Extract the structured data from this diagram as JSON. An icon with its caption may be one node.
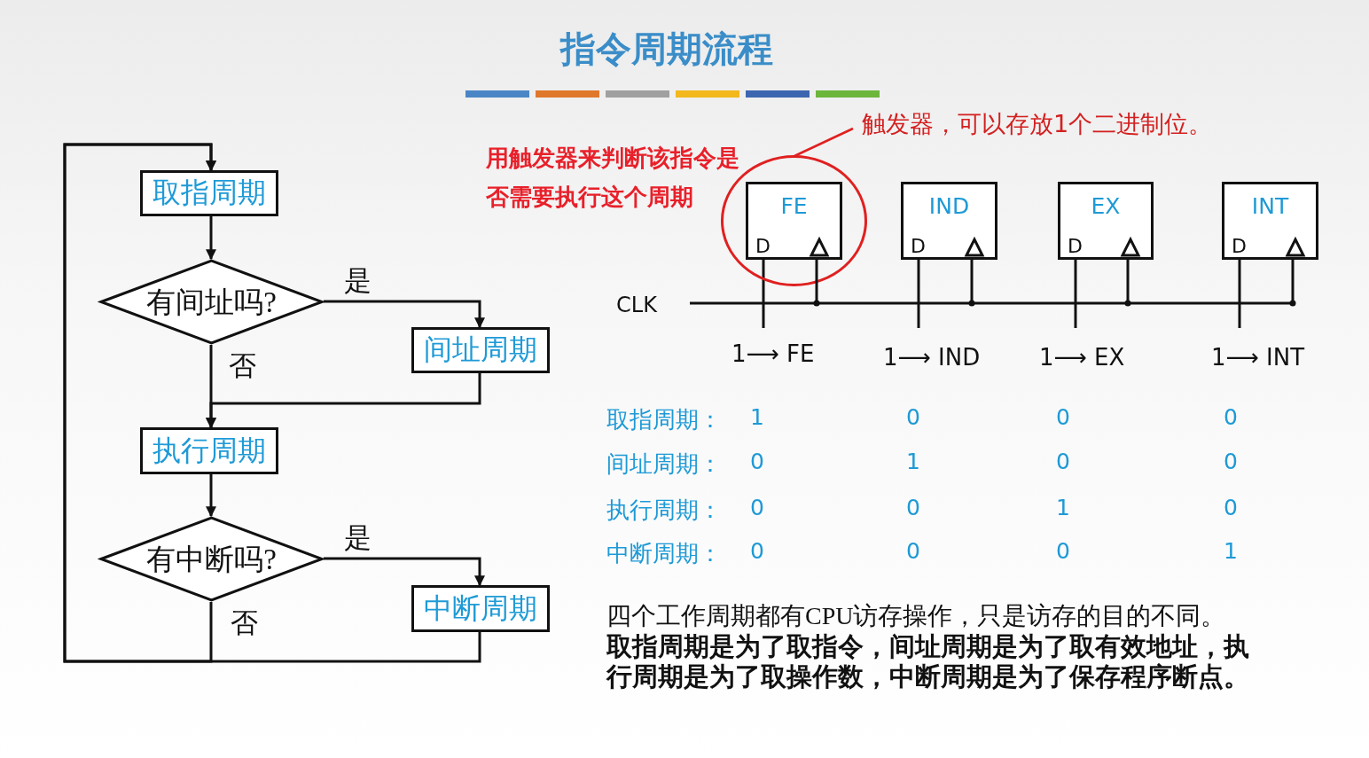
{
  "diagram": {
    "title": "指令周期流程",
    "nodes": [
      {
        "text": [
          "取指周期"
        ]
      },
      {
        "text": [
          "有间址吗?"
        ]
      },
      {
        "text": [
          "间址周期"
        ]
      },
      {
        "text": [
          "执行周期"
        ]
      },
      {
        "text": [
          "有中断吗?"
        ]
      },
      {
        "text": [
          "中断周期"
        ]
      },
      {
        "text": [],
        "shape": "circle"
      },
      {
        "text": [
          "FE",
          "D"
        ],
        "in": 6
      },
      {
        "text": [
          "IND",
          "D"
        ]
      },
      {
        "text": [
          "EX",
          "D"
        ]
      },
      {
        "text": [
          "INT",
          "D"
        ]
      },
      {
        "text": [
          "触发器，可以存放1个二进制位。"
        ]
      },
      {
        "text": [
          "CLK"
        ]
      }
    ],
    "edges": [
      {
        "from": 0,
        "to": 1,
        "arrow": "to"
      },
      {
        "from": 1,
        "to": 2,
        "arrow": "to",
        "label": "是"
      },
      {
        "from": 1,
        "to": 3,
        "arrow": "to",
        "label": "否"
      },
      {
        "from": 2,
        "to": 3,
        "arrow": "to"
      },
      {
        "from": 3,
        "to": 4,
        "arrow": "to"
      },
      {
        "from": 4,
        "to": 5,
        "arrow": "to",
        "label": "是"
      },
      {
        "from": 4,
        "to": 0,
        "arrow": "to",
        "label": "否"
      },
      {
        "from": 5,
        "to": 0,
        "arrow": "to"
      },
      {
        "from": 11,
        "to": 6,
        "arrow": "none",
        "color": "#e02020"
      },
      {
        "from": 12,
        "to": 7,
        "arrow": "none"
      },
      {
        "from": 12,
        "to": 8,
        "arrow": "none"
      },
      {
        "from": 12,
        "to": 9,
        "arrow": "none"
      },
      {
        "from": 12,
        "to": 10,
        "arrow": "none"
      }
    ],
    "labels": [
      "用触发器来判断该指令是否需要执行这个周期",
      "1⟶ FE",
      "1⟶ IND",
      "1⟶ EX",
      "1⟶ INT",
      "取指周期：",
      "1",
      "0",
      "0",
      "0",
      "间址周期：",
      "0",
      "1",
      "0",
      "0",
      "执行周期：",
      "0",
      "0",
      "1",
      "0",
      "中断周期：",
      "0",
      "0",
      "0",
      "1",
      "四个工作周期都有CPU访存操作，只是访存的目的不同。",
      "取指周期是为了取指令，间址周期是为了取有效地址，执行周期是为了取操作数，中断周期是为了保存程序断点。"
    ]
  }
}
